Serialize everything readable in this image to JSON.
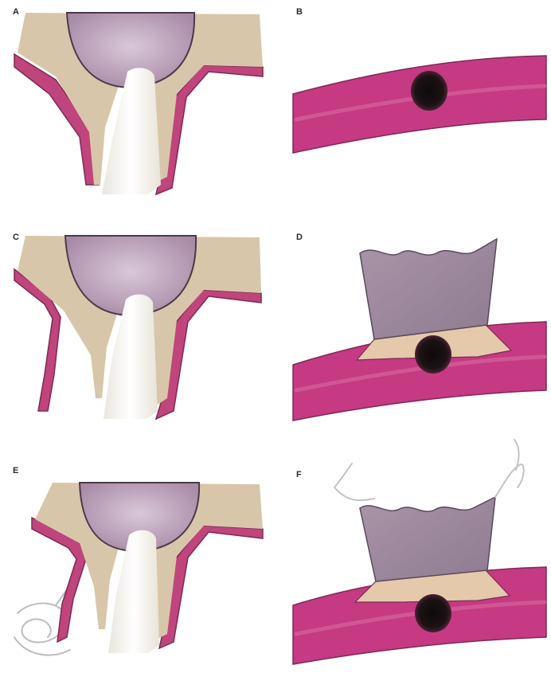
{
  "figure": {
    "panels": [
      {
        "id": "a",
        "label": "A",
        "view": "sagittal"
      },
      {
        "id": "b",
        "label": "B",
        "view": "occlusal"
      },
      {
        "id": "c",
        "label": "C",
        "view": "sagittal"
      },
      {
        "id": "d",
        "label": "D",
        "view": "occlusal"
      },
      {
        "id": "e",
        "label": "E",
        "view": "sagittal"
      },
      {
        "id": "f",
        "label": "F",
        "view": "occlusal"
      }
    ],
    "colors": {
      "bone": "#d8c6aa",
      "gingiva": "#c0457c",
      "gingiva_dark": "#7d2a55",
      "mucosa": "#c53a83",
      "tooth": "#f4f2ea",
      "sinus": "#b79ab3",
      "sinus_outline": "#4a3a48",
      "flap": "#9f8b9f",
      "defect": "#1a1416",
      "suture": "#bdbdbd"
    }
  }
}
